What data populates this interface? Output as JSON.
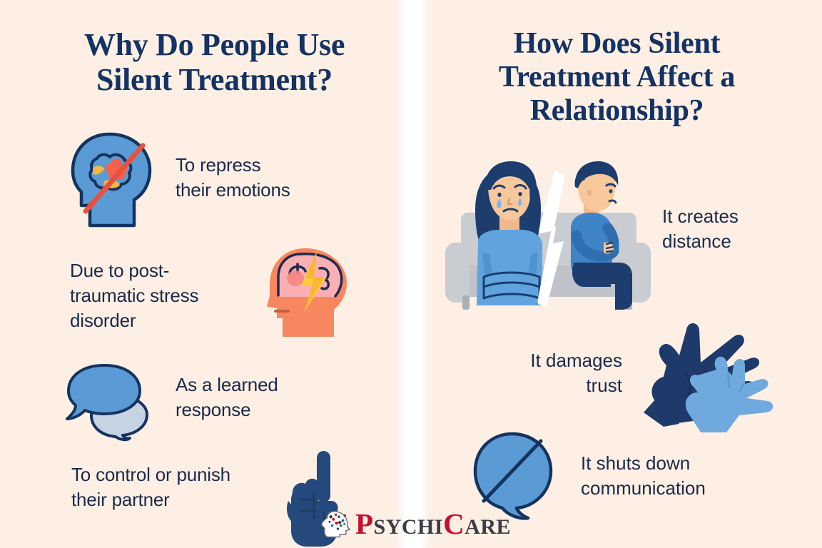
{
  "background_color": "#FDEFE4",
  "accent_navy": "#143263",
  "accent_blue": "#5B9BD5",
  "divider_color": "#FFFFFF",
  "left_panel": {
    "title_line1": "Why Do People Use",
    "title_line2": "Silent Treatment?",
    "items": [
      {
        "icon": "head-brain-blocked-icon",
        "icon_side": "left",
        "line1": "To repress",
        "line2": "their emotions"
      },
      {
        "icon": "head-brain-lightning-icon",
        "icon_side": "right",
        "line1": "Due to post-",
        "line2": "traumatic stress",
        "line3": "disorder"
      },
      {
        "icon": "speech-bubbles-icon",
        "icon_side": "left",
        "line1": "As a learned",
        "line2": "response"
      },
      {
        "icon": "pointing-hand-icon",
        "icon_side": "right",
        "line1": "To control or punish",
        "line2": "their partner"
      }
    ]
  },
  "right_panel": {
    "title_line1": "How Does Silent",
    "title_line2": "Treatment Affect a",
    "title_line3": "Relationship?",
    "items": [
      {
        "icon": "couple-on-sofa-broken-icon",
        "icon_side": "left",
        "line1": "It creates",
        "line2": "distance"
      },
      {
        "icon": "two-hands-icon",
        "icon_side": "right",
        "line1": "It damages",
        "line2": "trust"
      },
      {
        "icon": "speech-bubble-slashed-icon",
        "icon_side": "left",
        "line1": "It shuts down",
        "line2": "communication"
      }
    ]
  },
  "logo": {
    "icon": "head-confetti-icon",
    "part1_cap": "P",
    "part1_rest": "SYCHI",
    "part2_cap": "C",
    "part2_rest": "ARE"
  }
}
